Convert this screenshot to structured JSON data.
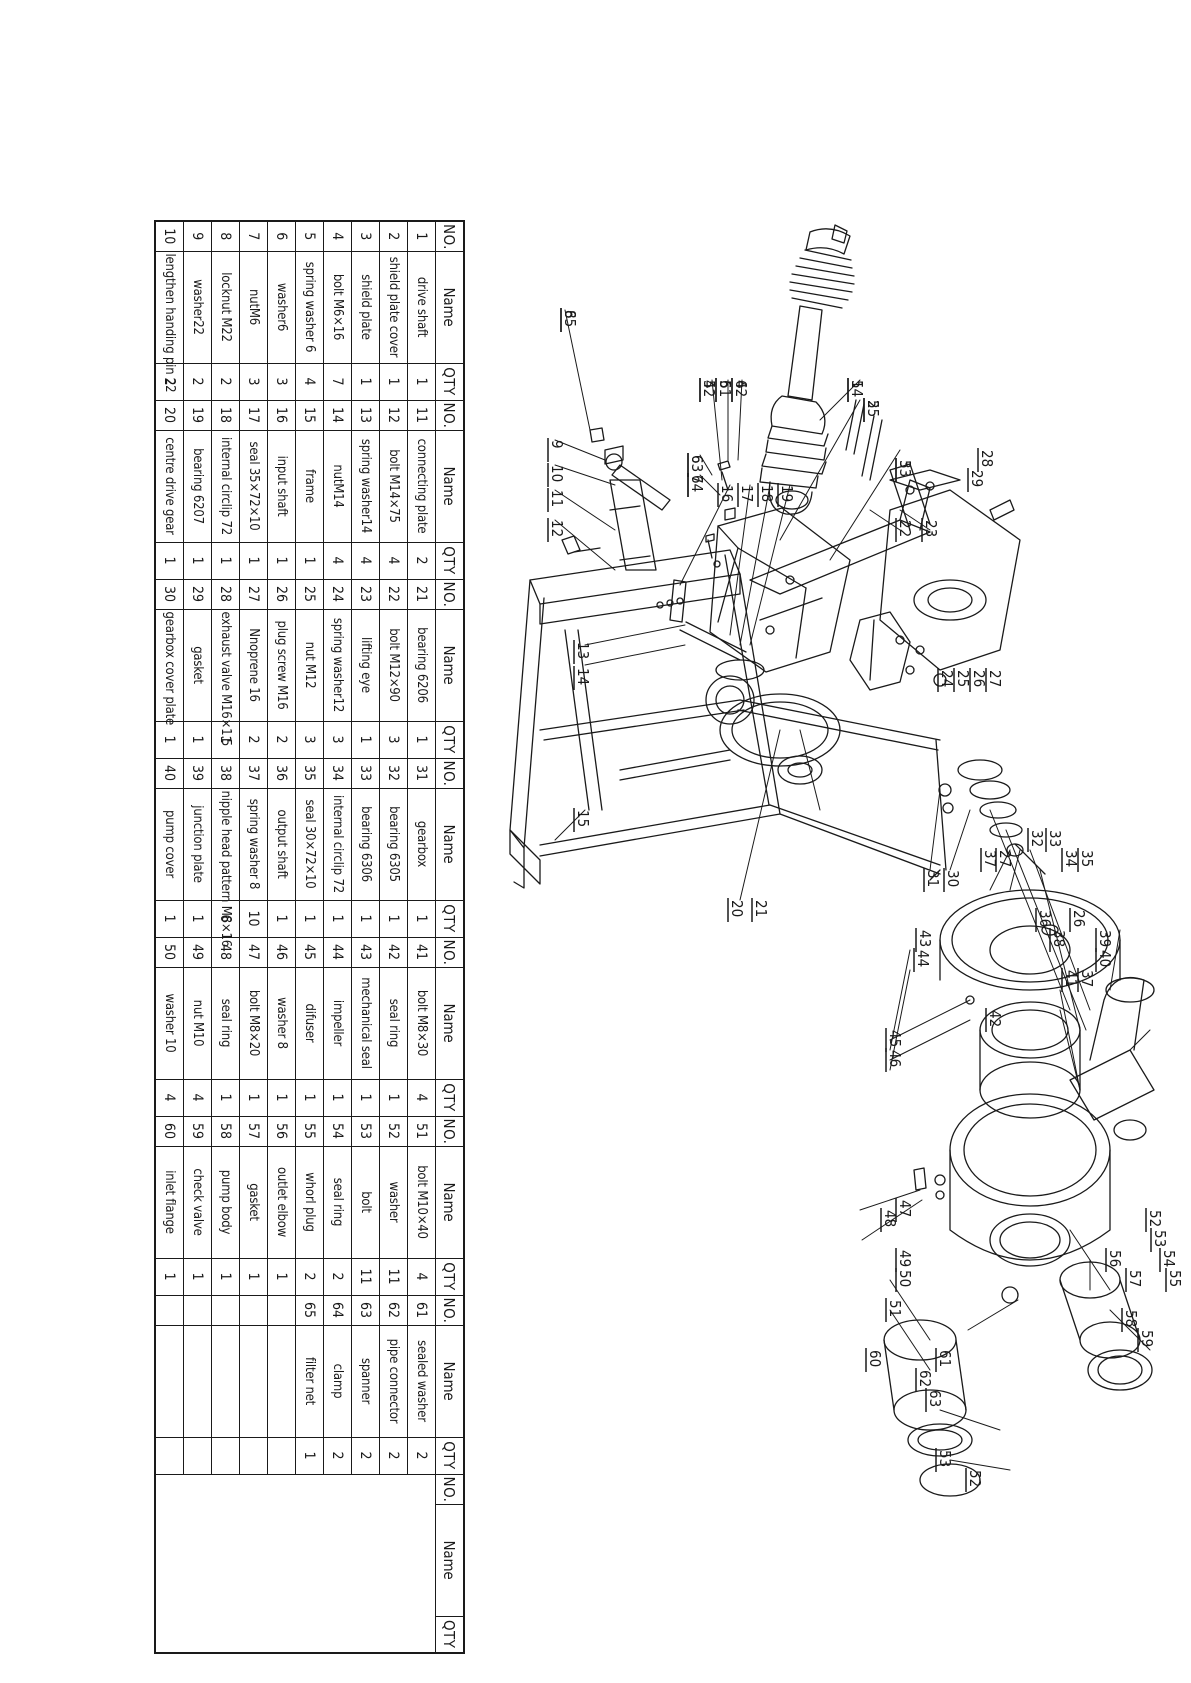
{
  "table": {
    "headers": [
      "NO.",
      "Name",
      "QTY",
      "NO.",
      "Name",
      "QTY",
      "NO.",
      "Name",
      "QTY",
      "NO.",
      "Name",
      "QTY",
      "NO.",
      "Name",
      "QTY",
      "NO.",
      "Name",
      "QTY",
      "NO.",
      "Name",
      "QTY",
      "NO.",
      "Name",
      "QTY"
    ],
    "rows": [
      [
        "1",
        "drive shaft",
        "1",
        "11",
        "connecting plate",
        "2",
        "21",
        "bearing 6206",
        "1",
        "31",
        "gearbox",
        "1",
        "41",
        "bolt M8×30",
        "4",
        "51",
        "bolt M10×40",
        "4",
        "61",
        "sealed washer",
        "2"
      ],
      [
        "2",
        "shield plate cover",
        "1",
        "12",
        "bolt M14×75",
        "4",
        "22",
        "bolt M12×90",
        "3",
        "32",
        "bearing 6305",
        "1",
        "42",
        "seal ring",
        "1",
        "52",
        "washer",
        "11",
        "62",
        "pipe connector",
        "2"
      ],
      [
        "3",
        "shield plate",
        "1",
        "13",
        "spring washer14",
        "4",
        "23",
        "lifting eye",
        "1",
        "33",
        "bearing 6306",
        "1",
        "43",
        "mechanical seal",
        "1",
        "53",
        "bolt",
        "11",
        "63",
        "spanner",
        "2"
      ],
      [
        "4",
        "bolt M6×16",
        "7",
        "14",
        "nutM14",
        "4",
        "24",
        "spring washer12",
        "3",
        "34",
        "internal circlip 72",
        "1",
        "44",
        "impeller",
        "1",
        "54",
        "seal ring",
        "2",
        "64",
        "clamp",
        "2"
      ],
      [
        "5",
        "spring washer 6",
        "4",
        "15",
        "frame",
        "1",
        "25",
        "nut M12",
        "3",
        "35",
        "seal 30×72×10",
        "1",
        "45",
        "difuser",
        "1",
        "55",
        "whorl plug",
        "2",
        "65",
        "filter net",
        "1"
      ],
      [
        "6",
        "washer6",
        "3",
        "16",
        "input shaft",
        "1",
        "26",
        "plug screw M16",
        "2",
        "36",
        "output shaft",
        "1",
        "46",
        "washer 8",
        "1",
        "56",
        "outlet elbow",
        "1",
        "",
        "",
        ""
      ],
      [
        "7",
        "nutM6",
        "3",
        "17",
        "seal 35×72×10",
        "1",
        "27",
        "Nnoprene 16",
        "2",
        "37",
        "spring washer 8",
        "10",
        "47",
        "bolt M8×20",
        "1",
        "57",
        "gasket",
        "1",
        "",
        "",
        ""
      ],
      [
        "8",
        "locknut M22",
        "2",
        "18",
        "internal circlip 72",
        "1",
        "28",
        "exhaust valve M16×1.5",
        "1",
        "38",
        "nipple head pattern M8×16",
        "6",
        "48",
        "seal ring",
        "1",
        "58",
        "pump body",
        "1",
        "",
        "",
        ""
      ],
      [
        "9",
        "washer22",
        "2",
        "19",
        "bearing 6207",
        "1",
        "29",
        "gasket",
        "1",
        "39",
        "junction plate",
        "1",
        "49",
        "nut M10",
        "4",
        "59",
        "check valve",
        "1",
        "",
        "",
        ""
      ],
      [
        "10",
        "lengthen handing pin 22",
        "2",
        "20",
        "centre drive gear",
        "1",
        "30",
        "gearbox cover plate",
        "1",
        "40",
        "pump cover",
        "1",
        "50",
        "washer 10",
        "4",
        "60",
        "inlet flange",
        "1",
        "",
        "",
        ""
      ]
    ]
  },
  "drawing": {
    "callouts": [
      "1",
      "2",
      "3",
      "4",
      "5",
      "4",
      "6",
      "7",
      "8",
      "9",
      "10",
      "11",
      "12",
      "13",
      "14",
      "15",
      "16",
      "17",
      "18",
      "19",
      "20",
      "21",
      "22",
      "23",
      "24",
      "25",
      "26",
      "27",
      "28",
      "29",
      "30",
      "31",
      "32",
      "33",
      "34",
      "35",
      "36",
      "37",
      "27",
      "26",
      "38",
      "39",
      "40",
      "37",
      "41",
      "42",
      "43",
      "44",
      "45",
      "46",
      "47",
      "48",
      "49",
      "50",
      "51",
      "52",
      "53",
      "54",
      "55",
      "56",
      "57",
      "58",
      "59",
      "60",
      "61",
      "62",
      "63",
      "53",
      "52",
      "54",
      "55",
      "53",
      "52",
      "61",
      "62",
      "63",
      "64",
      "65"
    ]
  }
}
